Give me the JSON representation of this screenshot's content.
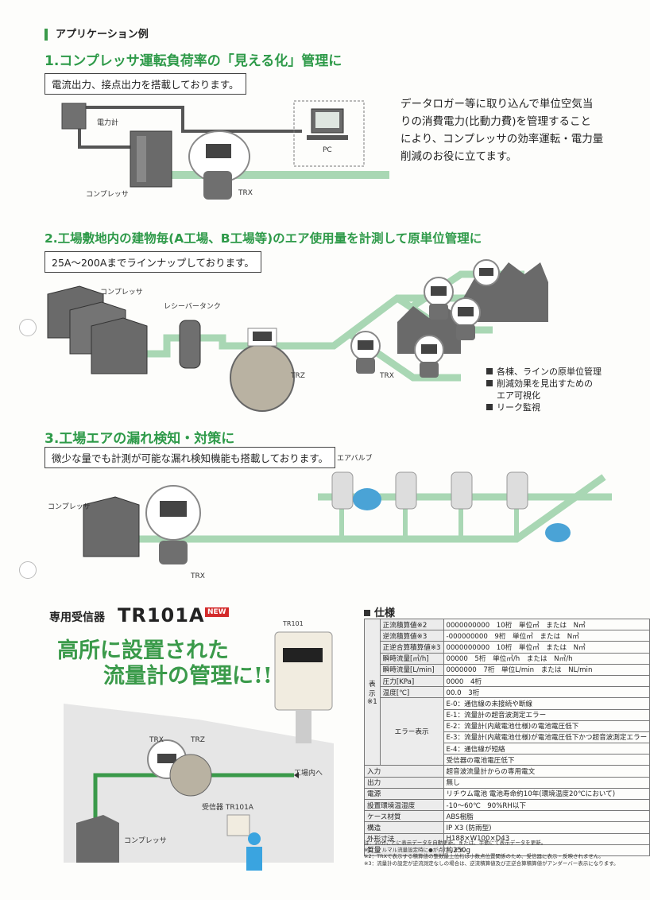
{
  "crumb": "アプリケーション例",
  "sec1": {
    "heading": "1.コンプレッサ運転負荷率の「見える化」管理に",
    "note": "電流出力、接点出力を搭載しております。",
    "labels": {
      "meter": "電力計",
      "pc": "PC",
      "comp": "コンプレッサ",
      "trx": "TRX"
    },
    "desc": [
      "データロガー等に取り込んで単位空気当",
      "りの消費電力(比動力費)を管理すること",
      "により、コンプレッサの効率運転・電力量",
      "削減のお役に立てます。"
    ]
  },
  "sec2": {
    "heading": "2.工場敷地内の建物毎(A工場、B工場等)のエア使用量を計測して原単位管理に",
    "note": "25A～200Aまでラインナップしております。",
    "labels": {
      "comp": "コンプレッサ",
      "tank": "レシーバータンク",
      "trz": "TRZ",
      "trx": "TRX"
    },
    "bullets": [
      "各棟、ラインの原単位管理",
      "削減効果を見出すための",
      "エア可視化",
      "リーク監視"
    ]
  },
  "sec3": {
    "heading": "3.工場エアの漏れ検知・対策に",
    "note": "微少な量でも計測が可能な漏れ検知機能も搭載しております。",
    "labels": {
      "valve": "エアバルブ",
      "comp": "コンプレッサ",
      "trx": "TRX"
    }
  },
  "product": {
    "label": "専用受信器",
    "model": "TR101A",
    "badge": "NEW",
    "catch1": "高所に設置された",
    "catch2": "流量計の管理に!!",
    "device_brand": "TR101",
    "labels": {
      "trx": "TRX",
      "trz": "TRZ",
      "factory": "工場内へ",
      "receiver": "受信器 TR101A",
      "comp": "コンプレッサ"
    }
  },
  "spec": {
    "title": "仕様",
    "display_group": "表示\n※1",
    "rows": [
      [
        "正流積算値※2",
        "0000000000　10桁　単位㎥　または　N㎥"
      ],
      [
        "逆流積算値※3",
        "-000000000　9桁　単位㎥　または　N㎥"
      ],
      [
        "正逆合算積算値※3",
        "0000000000　10桁　単位㎥　または　N㎥"
      ],
      [
        "瞬時流量[㎥/h]",
        "00000　5桁　単位㎥/h　または　N㎥/h"
      ],
      [
        "瞬時流量[L/min]",
        "0000000　7桁　単位L/min　または　NL/min"
      ],
      [
        "圧力[KPa]",
        "0000　4桁"
      ],
      [
        "温度[℃]",
        "00.0　3桁"
      ]
    ],
    "error_label": "エラー表示",
    "errors": [
      "E-0：通信線の未接続や断線",
      "E-1：流量計の超音波測定エラー",
      "E-2：流量計(内蔵電池仕様)の電池電圧低下",
      "E-3：流量計(内蔵電池仕様)が電池電圧低下かつ超音波測定エラー",
      "E-4：通信線が短絡",
      "受信器の電池電圧低下"
    ],
    "rows2": [
      [
        "入力",
        "超音波流量計からの専用電文"
      ],
      [
        "出力",
        "無し"
      ],
      [
        "電源",
        "リチウム電池 電池寿命約10年(環境温度20℃において)"
      ],
      [
        "設置環境温湿度",
        "-10～60℃　90%RH以下"
      ],
      [
        "ケース材質",
        "ABS樹脂"
      ],
      [
        "構造",
        "IP X3 (防雨型)"
      ],
      [
        "外形寸法",
        "H188×W100×D43"
      ],
      [
        "質量",
        "約250g"
      ]
    ],
    "notes": [
      "注：10分ごとに表示データを自動更新。または、手動にて表示データを更新。",
      "※1：ノルマル流量設定時に●が点灯します。",
      "※2：TRXで表示する積算値の整数最上位桁は小数点位置関係のため、受信器に表示・反映されません。",
      "※3：流量計の設定が逆流測定なしの場合は、逆流積算値及び正逆合算積算値がアンダーバー表示になります。"
    ]
  },
  "colors": {
    "accent": "#2e9a49",
    "pipe": "#a9d7b4",
    "device": "#6f6f6f"
  }
}
